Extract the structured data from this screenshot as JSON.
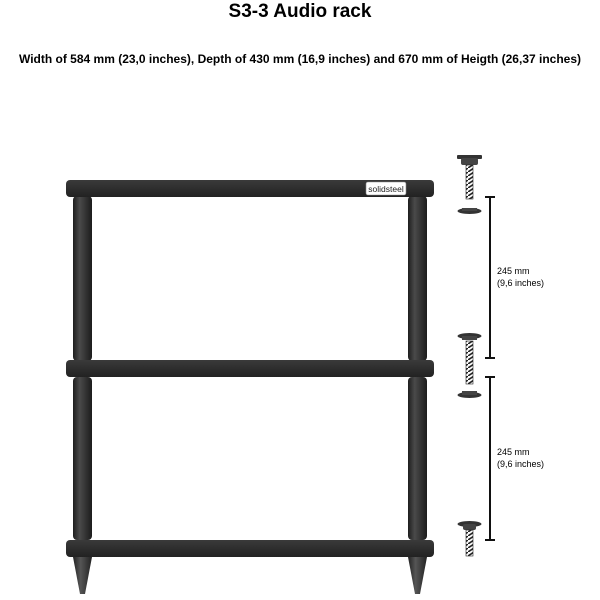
{
  "title": "S3-3 Audio rack",
  "subtitle": "Width of 584 mm (23,0 inches), Depth of 430 mm (16,9 inches) and 670 mm of Heigth (26,37 inches)",
  "brand_label": "solidsteel",
  "dimensions": [
    {
      "value": "245 mm",
      "imperial": "(9,6 inches)"
    },
    {
      "value": "245 mm",
      "imperial": "(9,6 inches)"
    }
  ],
  "colors": {
    "rack": "#2c2c2c",
    "rack_highlight": "#4a4a4a",
    "line": "#111111"
  }
}
